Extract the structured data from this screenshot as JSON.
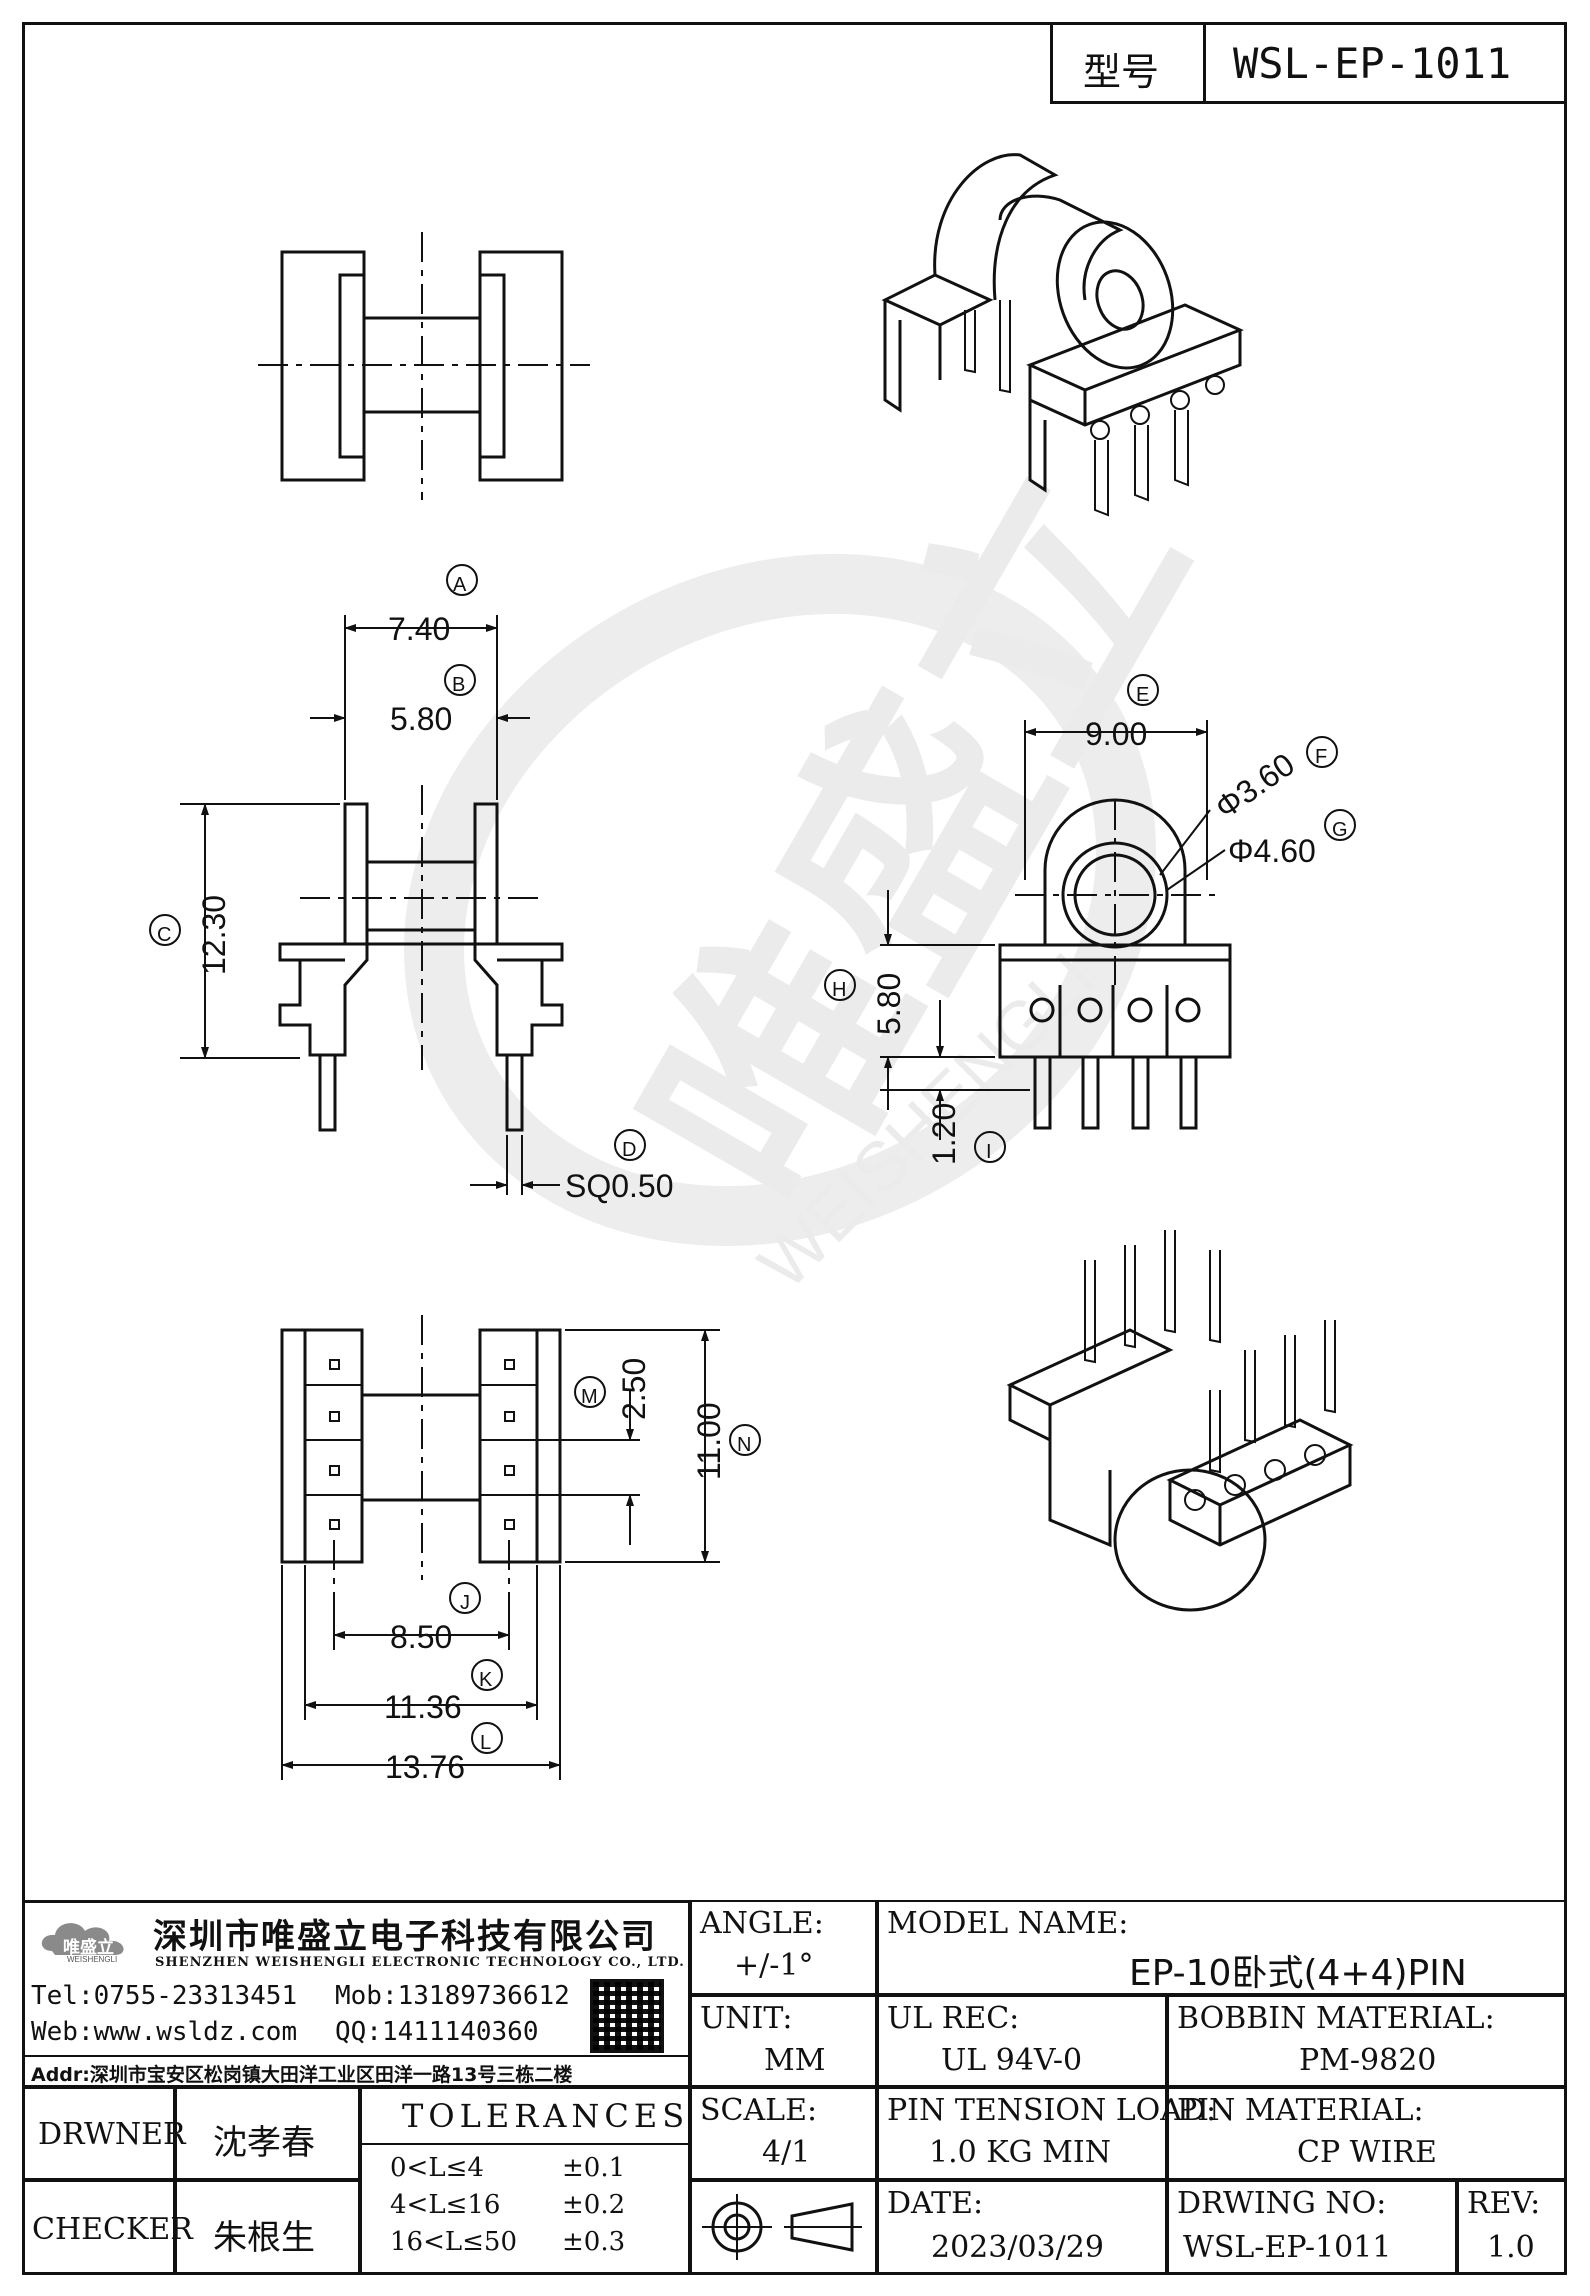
{
  "header": {
    "model_label": "型号",
    "model_value": "WSL-EP-1011"
  },
  "dims": {
    "a": {
      "tag": "A",
      "value": "7.40"
    },
    "b": {
      "tag": "B",
      "value": "5.80"
    },
    "c": {
      "tag": "C",
      "value": "12.30"
    },
    "d": {
      "tag": "D",
      "value": "SQ0.50"
    },
    "e": {
      "tag": "E",
      "value": "9.00"
    },
    "f": {
      "tag": "F",
      "value": "Φ3.60"
    },
    "g": {
      "tag": "G",
      "value": "Φ4.60"
    },
    "h": {
      "tag": "H",
      "value": "5.80"
    },
    "i": {
      "tag": "I",
      "value": "1.20"
    },
    "j": {
      "tag": "J",
      "value": "8.50"
    },
    "k": {
      "tag": "K",
      "value": "11.36"
    },
    "l": {
      "tag": "L",
      "value": "13.76"
    },
    "m": {
      "tag": "M",
      "value": "2.50"
    },
    "n": {
      "tag": "N",
      "value": "11.00"
    }
  },
  "watermark": {
    "cn": "唯盛立",
    "en": "WEISHENGLI"
  },
  "company": {
    "logo_text": "唯盛立",
    "logo_sub": "WEISHENGLI",
    "name_cn": "深圳市唯盛立电子科技有限公司",
    "name_en": "SHENZHEN WEISHENGLI ELECTRONIC TECHNOLOGY CO., LTD.",
    "tel": "Tel:0755-23313451",
    "mob": "Mob:13189736612",
    "web": "Web:www.wsldz.com",
    "qq": "QQ:1411140360",
    "addr": "Addr:深圳市宝安区松岗镇大田洋工业区田洋一路13号三栋二楼"
  },
  "title_block": {
    "angle_label": "ANGLE:",
    "angle_value": "+/-1°",
    "model_name_label": "MODEL NAME:",
    "model_name_value": "EP-10卧式(4+4)PIN",
    "unit_label": "UNIT:",
    "unit_value": "MM",
    "ul_label": "UL REC:",
    "ul_value": "UL 94V-0",
    "bobbin_label": "BOBBIN MATERIAL:",
    "bobbin_value": "PM-9820",
    "scale_label": "SCALE:",
    "scale_value": "4/1",
    "tension_label": "PIN TENSION LOAD:",
    "tension_value": "1.0 KG MIN",
    "pin_mat_label": "PIN MATERIAL:",
    "pin_mat_value": "CP WIRE",
    "date_label": "DATE:",
    "date_value": "2023/03/29",
    "drwing_label": "DRWING NO:",
    "drwing_value": "WSL-EP-1011",
    "rev_label": "REV:",
    "rev_value": "1.0",
    "drwner_label": "DRWNER",
    "drwner_value": "沈孝春",
    "checker_label": "CHECKER",
    "checker_value": "朱根生",
    "tolerances_title": "TOLERANCES",
    "tolerances": [
      {
        "range": "0<L≤4",
        "tol": "±0.1"
      },
      {
        "range": "4<L≤16",
        "tol": "±0.2"
      },
      {
        "range": "16<L≤50",
        "tol": "±0.3"
      }
    ]
  }
}
